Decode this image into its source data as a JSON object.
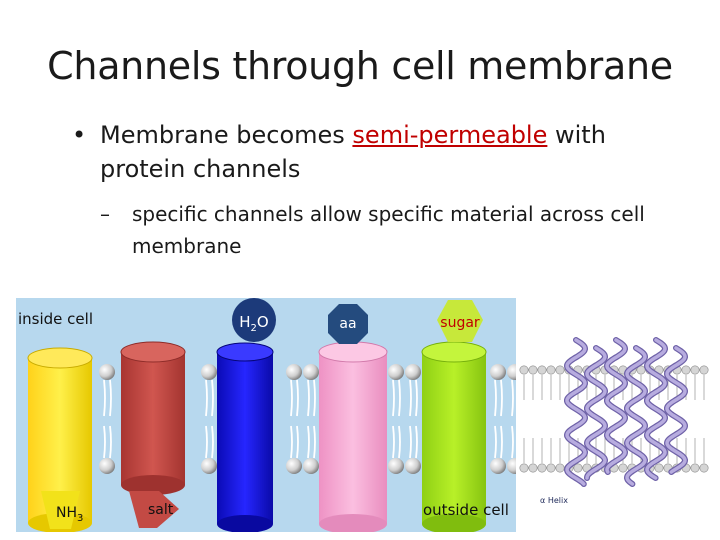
{
  "slide": {
    "title": "Channels through cell membrane",
    "bullet": {
      "text_before": "Membrane becomes ",
      "highlight": "semi-permeable",
      "text_after": " with protein channels"
    },
    "sub_bullet": "specific channels allow specific material across cell membrane"
  },
  "diagram": {
    "inside_label": "inside cell",
    "outside_label": "outside cell",
    "molecules": {
      "water": {
        "main": "H",
        "sub": "2",
        "tail": "O"
      },
      "amino_acid": "aa",
      "sugar": "sugar",
      "ammonia": {
        "main": "NH",
        "sub": "3"
      },
      "salt": "salt"
    },
    "inset_caption": "α Helix",
    "colors": {
      "background": "#b7d8ee",
      "channel_yellow": "#f7e017",
      "channel_red": "#c44b45",
      "channel_blue": "#1515e0",
      "channel_pink": "#f7a8d3",
      "channel_green": "#a3e51e",
      "water_molecule": "#1c3a7a",
      "aa_molecule": "#244b7e",
      "sugar_molecule": "#c7e83a",
      "ammonia_molecule": "#f2e21a",
      "salt_molecule": "#c34a44",
      "helix": "#a79bd3",
      "highlight_text": "#c00000"
    }
  }
}
